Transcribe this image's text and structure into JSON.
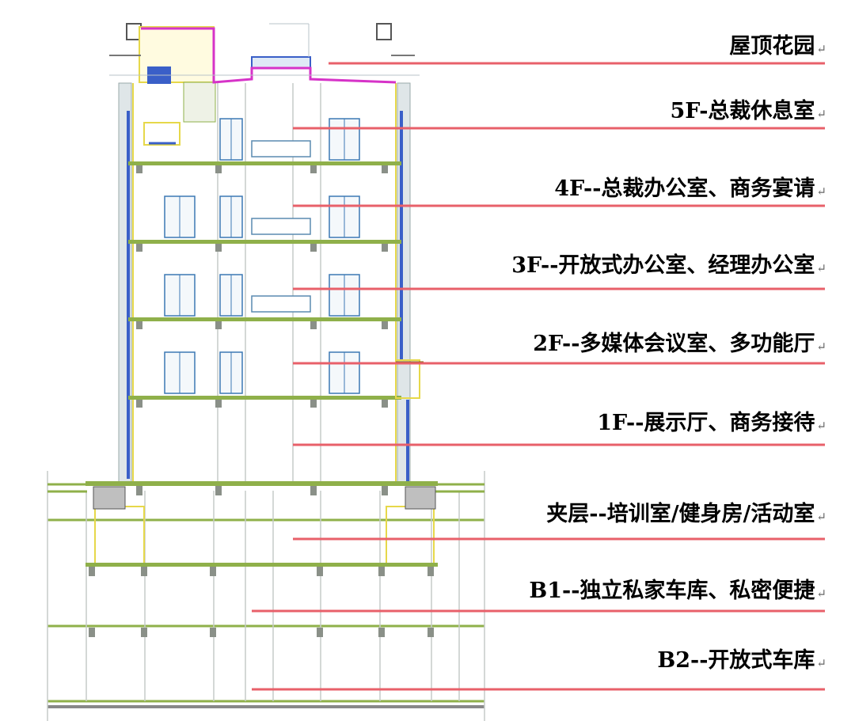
{
  "floors": [
    {
      "id": "roof",
      "label": "屋顶花园"
    },
    {
      "id": "5f",
      "label": "5F-总裁休息室"
    },
    {
      "id": "4f",
      "label": "4F--总裁办公室、商务宴请"
    },
    {
      "id": "3f",
      "label": "3F--开放式办公室、经理办公室"
    },
    {
      "id": "2f",
      "label": "2F--多媒体会议室、多功能厅"
    },
    {
      "id": "1f",
      "label": "1F--展示厅、商务接待"
    },
    {
      "id": "mezz",
      "label": "夹层--培训室/健身房/活动室"
    },
    {
      "id": "b1",
      "label": "B1--独立私家车库、私密便捷"
    },
    {
      "id": "b2",
      "label": "B2--开放式车库"
    }
  ],
  "return_mark": "↵",
  "colors": {
    "leader_line": "#e8606a",
    "slab": "#8fb04a",
    "wall": "#b9c3c9",
    "glass": "#3a5fc8",
    "window": "#3c78b4",
    "parapet": "#d633c8",
    "yellow": "#f2e86a"
  }
}
